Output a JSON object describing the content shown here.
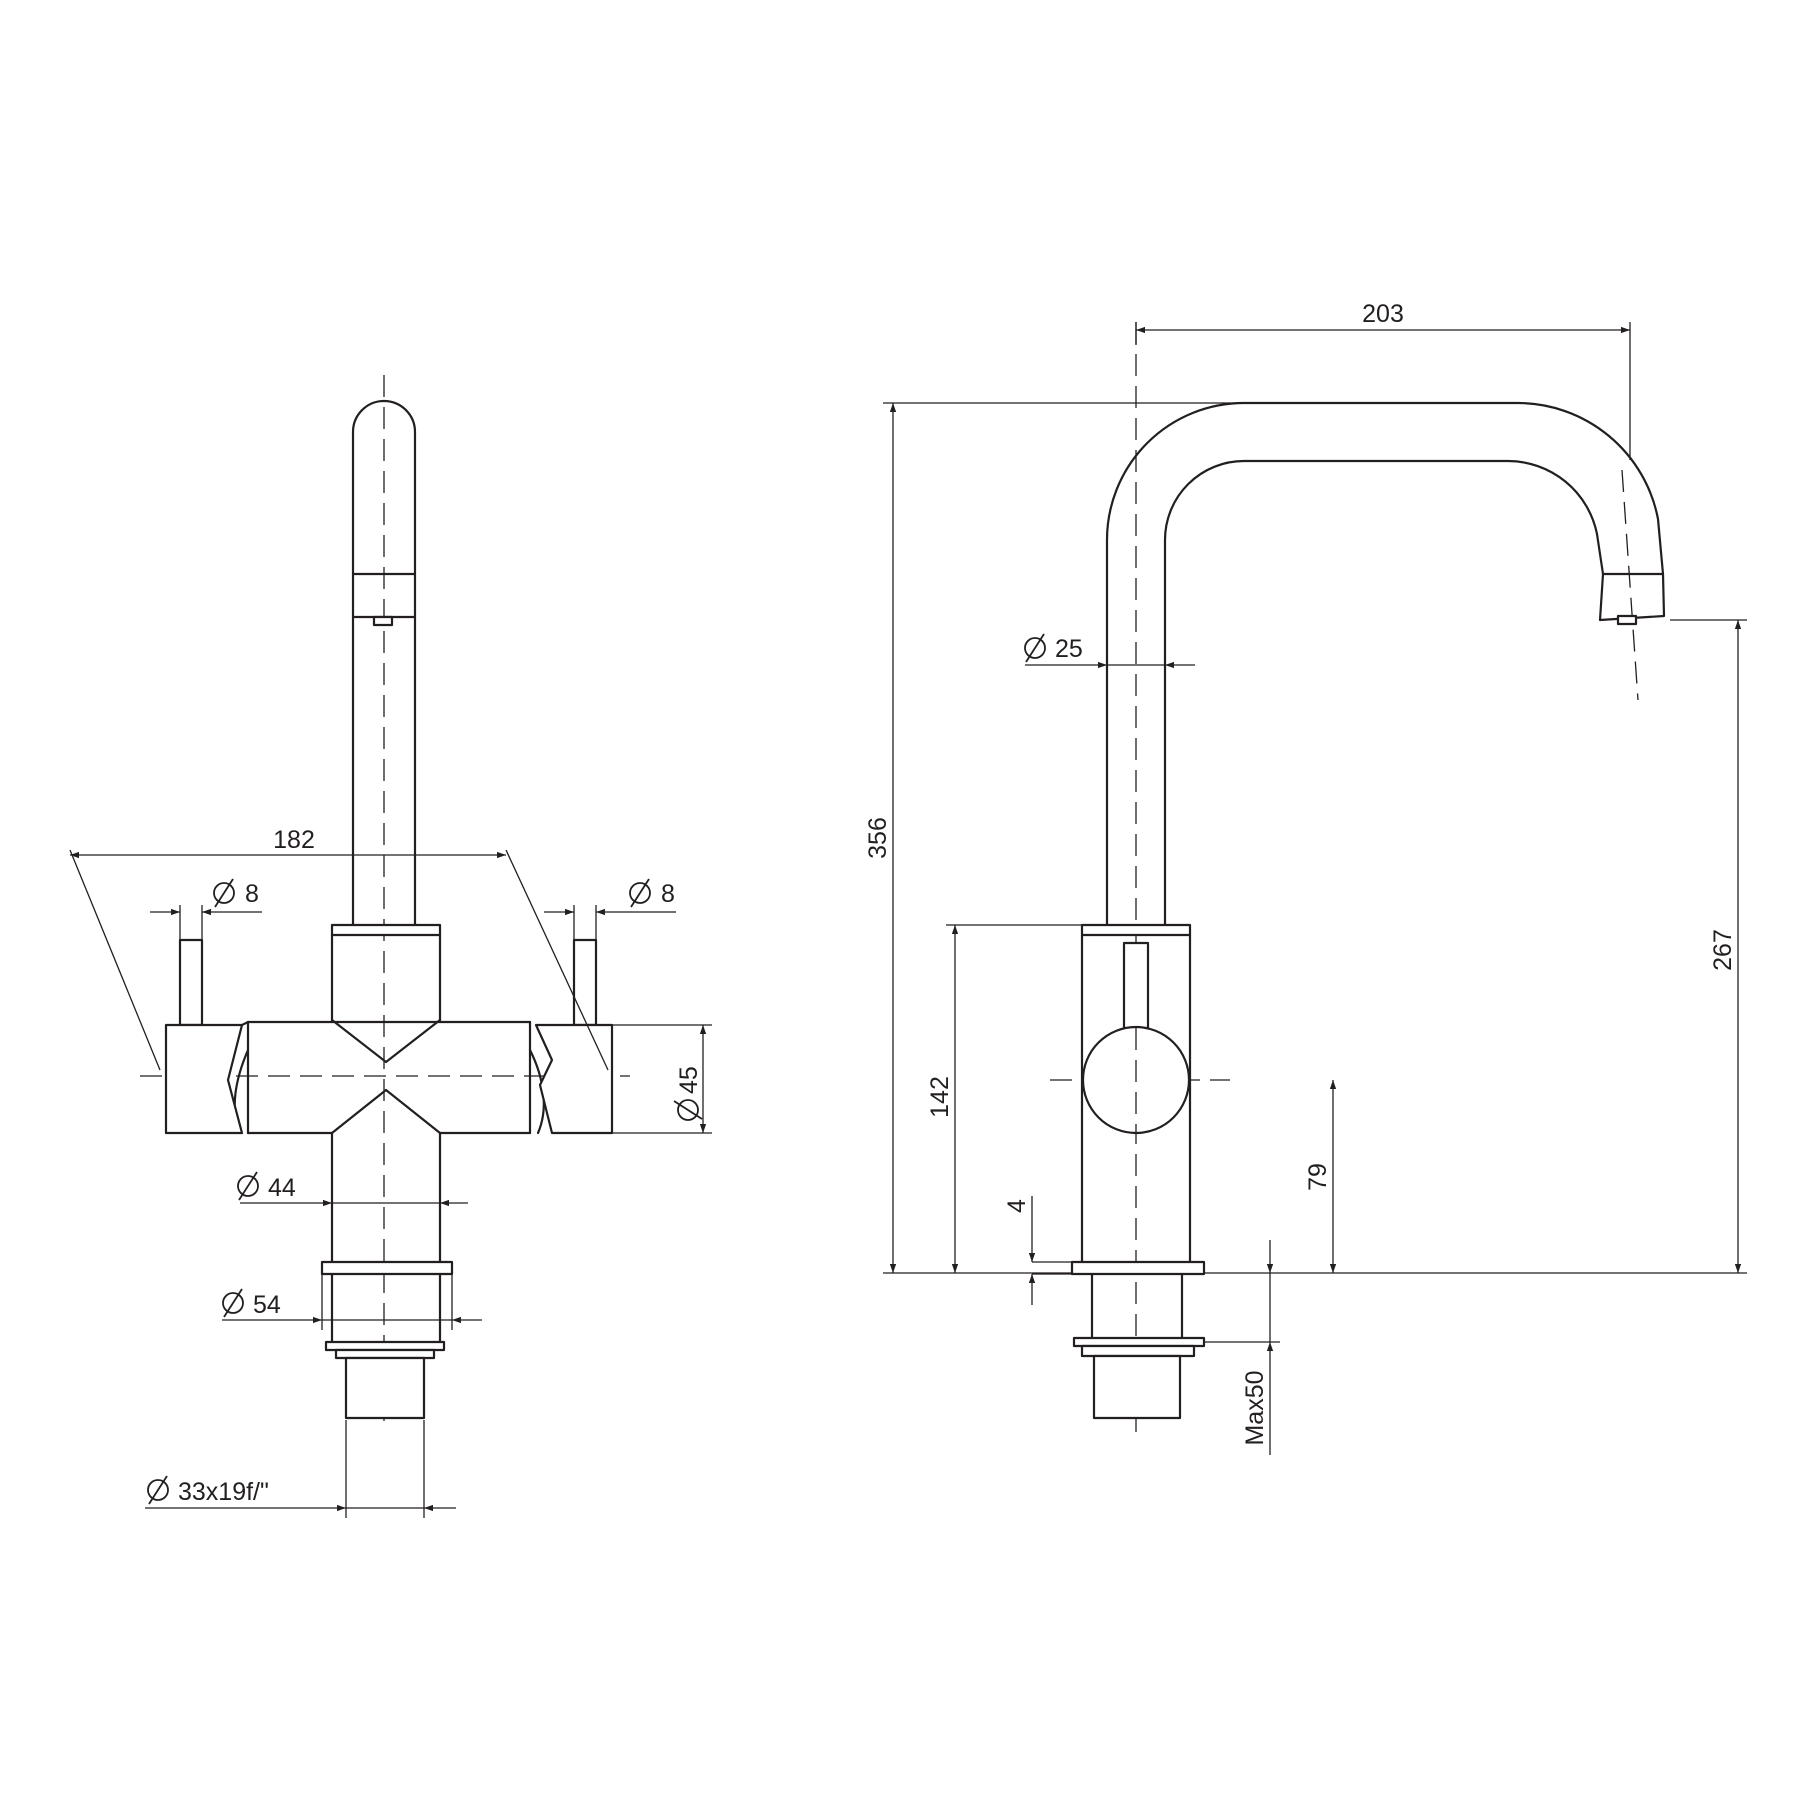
{
  "colors": {
    "line": "#231f20",
    "background": "#ffffff"
  },
  "front_view": {
    "width_overall": "182",
    "lever_left_dia": "8",
    "lever_right_dia": "8",
    "body_dia": "45",
    "stem_dia": "44",
    "flange_dia": "54",
    "thread": "33x19f/\""
  },
  "side_view": {
    "reach": "203",
    "total_height": "356",
    "tube_dia": "25",
    "spout_height": "267",
    "body_height": "142",
    "lever_axis_height": "79",
    "base_plate": "4",
    "deck_thickness": "Max50"
  },
  "symbols": {
    "diameter": "⌀"
  }
}
